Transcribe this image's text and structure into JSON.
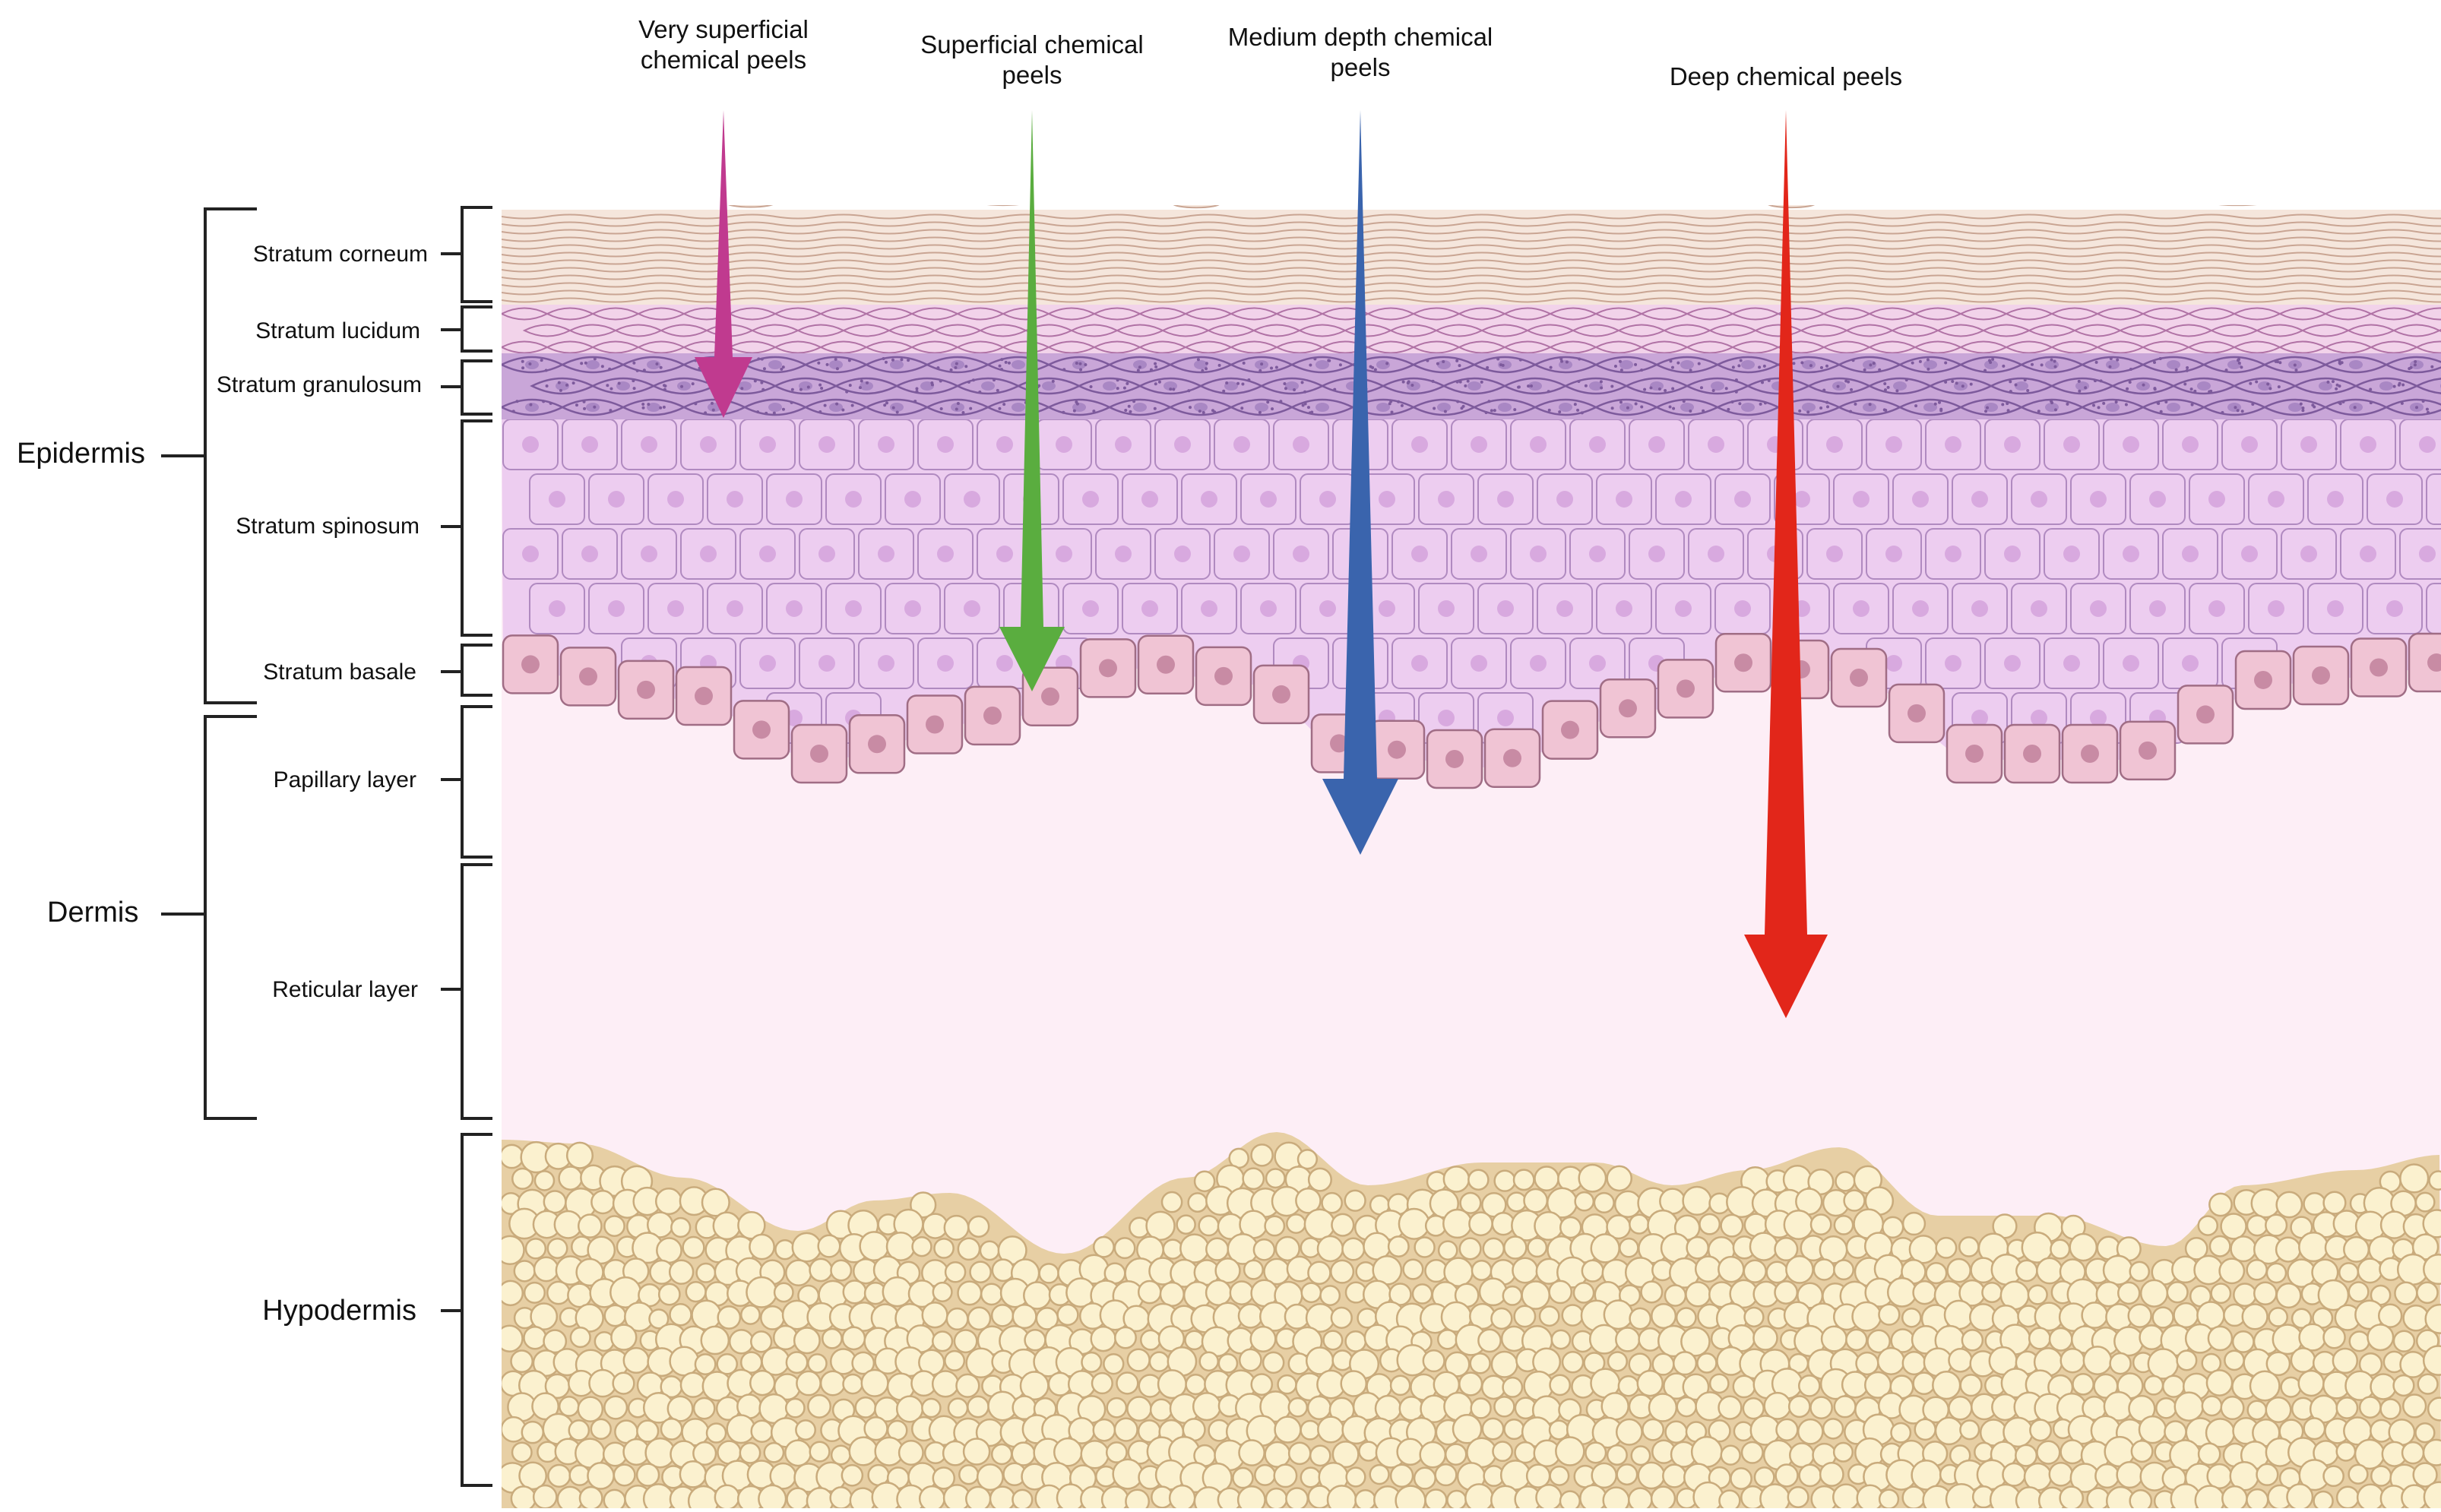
{
  "peels": [
    {
      "label_lines": [
        "Very superficial",
        "chemical peels"
      ],
      "color": "#c03a8f"
    },
    {
      "label_lines": [
        "Superficial chemical",
        "peels"
      ],
      "color": "#5aad3f"
    },
    {
      "label_lines": [
        "Medium depth chemical",
        "peels"
      ],
      "color": "#3a64ad"
    },
    {
      "label_lines": [
        "Deep chemical peels"
      ],
      "color": "#e2261a"
    }
  ],
  "layers": {
    "epidermis": "Epidermis",
    "dermis": "Dermis",
    "hypodermis": "Hypodermis",
    "stratum_corneum": "Stratum corneum",
    "stratum_lucidum": "Stratum lucidum",
    "stratum_granulosum": "Stratum granulosum",
    "stratum_spinosum": "Stratum spinosum",
    "stratum_basale": "Stratum basale",
    "papillary_layer": "Papillary layer",
    "reticular_layer": "Reticular layer"
  },
  "colors": {
    "corneum": "#f5e6dc",
    "corneum_line": "#c9a593",
    "lucidum": "#f2d3ea",
    "lucidum_line": "#b072a5",
    "granulosum": "#c9a6d8",
    "granulosum_line": "#7d5a9c",
    "spinosum": "#edcdf0",
    "spinosum_line": "#b08ac0",
    "basale": "#f0c4d4",
    "basale_line": "#a06d85",
    "dermis": "#fdeef6",
    "fat": "#fbf1cf",
    "fat_line": "#c9ab7c",
    "fat_bg": "#e7cfa4"
  }
}
